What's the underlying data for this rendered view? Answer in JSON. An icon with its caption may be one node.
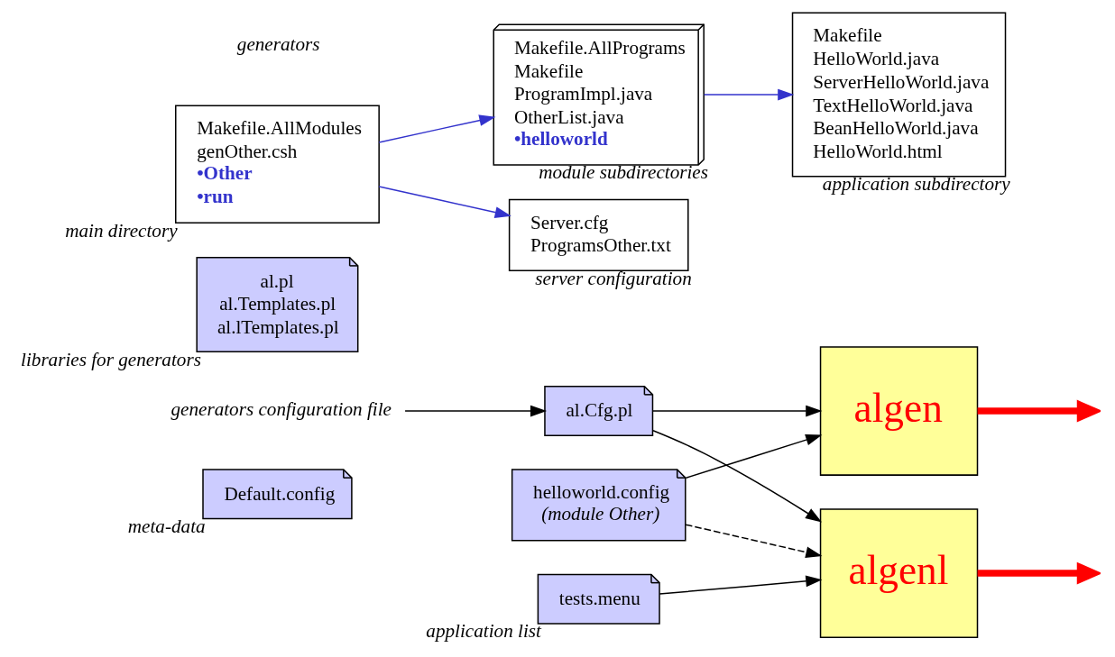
{
  "diagram": {
    "nodes": [
      {
        "text": [
          "Default.config"
        ],
        "beside": [
          "meta-data"
        ]
      },
      {
        "text": [
          "helloworld.config",
          "(module Other)"
        ]
      },
      {
        "text": [
          "al.pl",
          "al.Templates.pl",
          "al.lTemplates.pl"
        ],
        "beside": [
          "libraries for generators"
        ]
      },
      {
        "text": [
          "al.Cfg.pl"
        ]
      },
      {
        "text": [
          "tests.menu"
        ],
        "beside": [
          "application list"
        ]
      },
      {
        "text": [
          "generators configuration file"
        ]
      },
      {
        "text": [
          "algen"
        ]
      },
      {
        "text": [
          "algenl"
        ]
      },
      {
        "text": [
          "Makefile.AllModules",
          "genOther.csh",
          "•Other",
          "•run"
        ],
        "beside": [
          "main directory"
        ]
      },
      {
        "text": [
          "Makefile.AllPrograms",
          "Makefile",
          "ProgramImpl.java",
          "OtherList.java",
          "•helloworld"
        ],
        "beside": [
          "module subdirectories"
        ]
      },
      {
        "text": [
          "Makefile",
          "HelloWorld.java",
          "ServerHelloWorld.java",
          "TextHelloWorld.java",
          "BeanHelloWorld.java",
          "HelloWorld.html"
        ],
        "beside": [
          "application subdirectory"
        ]
      },
      {
        "text": [
          "Server.cfg",
          "ProgramsOther.txt"
        ],
        "beside": [
          "server configuration"
        ]
      }
    ],
    "edges": [
      {
        "from": 1,
        "to": 6,
        "arrow": "to"
      },
      {
        "from": 1,
        "to": 7,
        "arrow": "to",
        "style": "dashed"
      },
      {
        "from": 3,
        "to": 6,
        "arrow": "to"
      },
      {
        "from": 3,
        "to": 7,
        "arrow": "to"
      },
      {
        "from": 4,
        "to": 7,
        "arrow": "to"
      },
      {
        "from": 5,
        "to": 3,
        "arrow": "to"
      },
      {
        "from": 6,
        "to": null,
        "arrow": "to",
        "style": "thick",
        "color": "#ff0000"
      },
      {
        "from": 7,
        "to": null,
        "arrow": "to",
        "style": "thick",
        "color": "#ff0000"
      },
      {
        "from": 8,
        "to": 9,
        "arrow": "to",
        "color": "#3333cc"
      },
      {
        "from": 9,
        "to": 10,
        "arrow": "to",
        "color": "#3333cc"
      },
      {
        "from": 8,
        "to": 11,
        "arrow": "to",
        "color": "#3333cc"
      }
    ],
    "labels": [
      "generators"
    ]
  }
}
